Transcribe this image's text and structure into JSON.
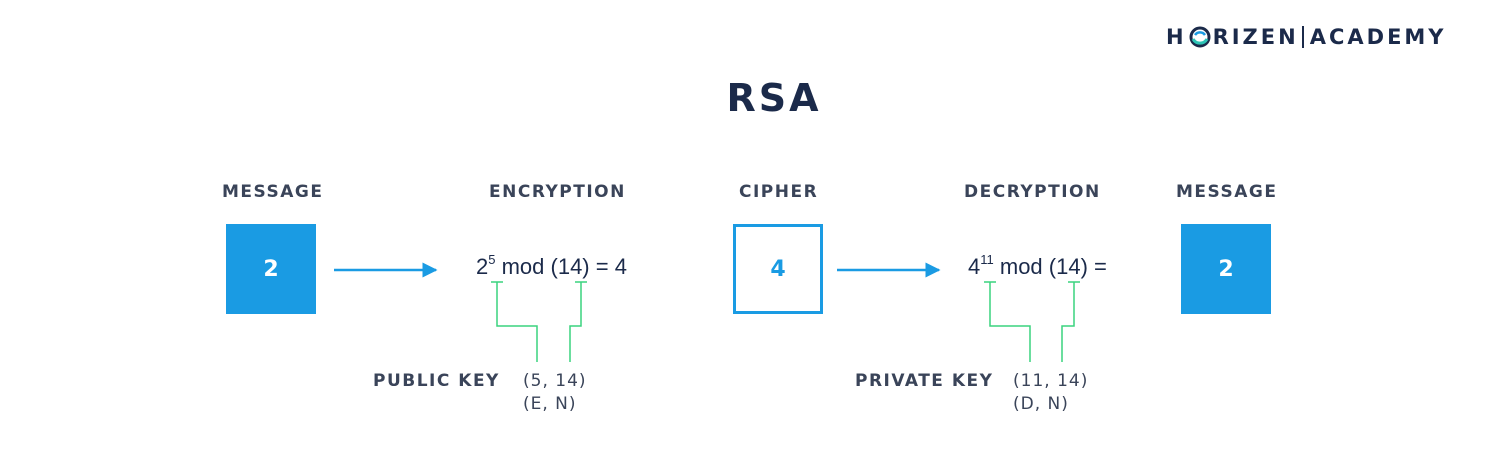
{
  "logo": {
    "brand_h": "H",
    "brand_rest": "RIZEN",
    "academy": "ACADEMY"
  },
  "title": "RSA",
  "headings": {
    "message_in": "MESSAGE",
    "encryption": "ENCRYPTION",
    "cipher": "CIPHER",
    "decryption": "DECRYPTION",
    "message_out": "MESSAGE"
  },
  "boxes": {
    "message_in": "2",
    "cipher": "4",
    "message_out": "2"
  },
  "encryption": {
    "base": "2",
    "exponent": "5",
    "rest": " mod (14) = 4"
  },
  "decryption": {
    "base": "4",
    "exponent": "11",
    "rest": " mod (14) ="
  },
  "public_key": {
    "label": "PUBLIC KEY",
    "values": "(5, 14)",
    "symbols": "(E, N)"
  },
  "private_key": {
    "label": "PRIVATE KEY",
    "values": "(11, 14)",
    "symbols": "(D, N)"
  },
  "colors": {
    "accent_blue": "#1a9be3",
    "key_line_green": "#3ad37f",
    "text_dark": "#1b2a4a",
    "logo_teal": "#2ec4b6"
  }
}
